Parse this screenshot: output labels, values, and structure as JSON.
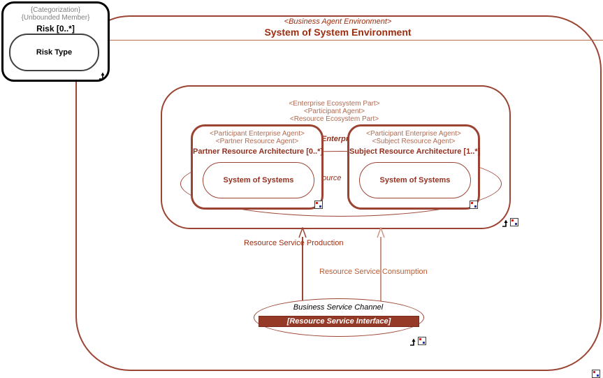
{
  "diagram": {
    "risk_box": {
      "stereotype1": "{Categorization}",
      "stereotype2": "{Unbounded Member}",
      "title": "Risk [0..*]",
      "child": "Risk Type"
    },
    "outer": {
      "stereotype": "<Business Agent Environment>",
      "title": "System of System Environment"
    },
    "ecosystem": {
      "stereotypes": [
        "<Enterprise Ecosystem Part>",
        "<Participant Agent>",
        "<Resource Ecosystem Part>"
      ]
    },
    "partner_box": {
      "stereotype1": "<Participant Enterprise Agent>",
      "stereotype2": "<Partner Resource Agent>",
      "title": "Partner Resource Architecture [0..*]",
      "child": "System of Systems"
    },
    "subject_box": {
      "stereotype1": "<Participant Enterprise Agent>",
      "stereotype2": "<Subject Resource Agent>",
      "title": "Subject Resource Architecture [1..*]",
      "child": "System of Systems"
    },
    "hidden_ellipse": {
      "visible_fragment_top": "Enterpr",
      "visible_fragment_middle": "ource"
    },
    "connectors": {
      "production": {
        "label": "Resource Service Production",
        "color": "#9c4434"
      },
      "consumption": {
        "label": "Resource Service Consumption",
        "color": "#cc9583"
      }
    },
    "channel_ellipse": {
      "title": "Business Service Channel",
      "interface": "[Resource Service Interface]"
    },
    "icons": {
      "drill_down": "drill-down-arrow",
      "composite": "composite-diagram-indicator"
    },
    "colors": {
      "border_brown": "#9c4434",
      "title_red": "#9e2c0e",
      "stereotype_light": "#b06a52",
      "interface_bar": "#963a28",
      "consumption_light": "#cc9583",
      "gray_text": "#808080"
    }
  }
}
